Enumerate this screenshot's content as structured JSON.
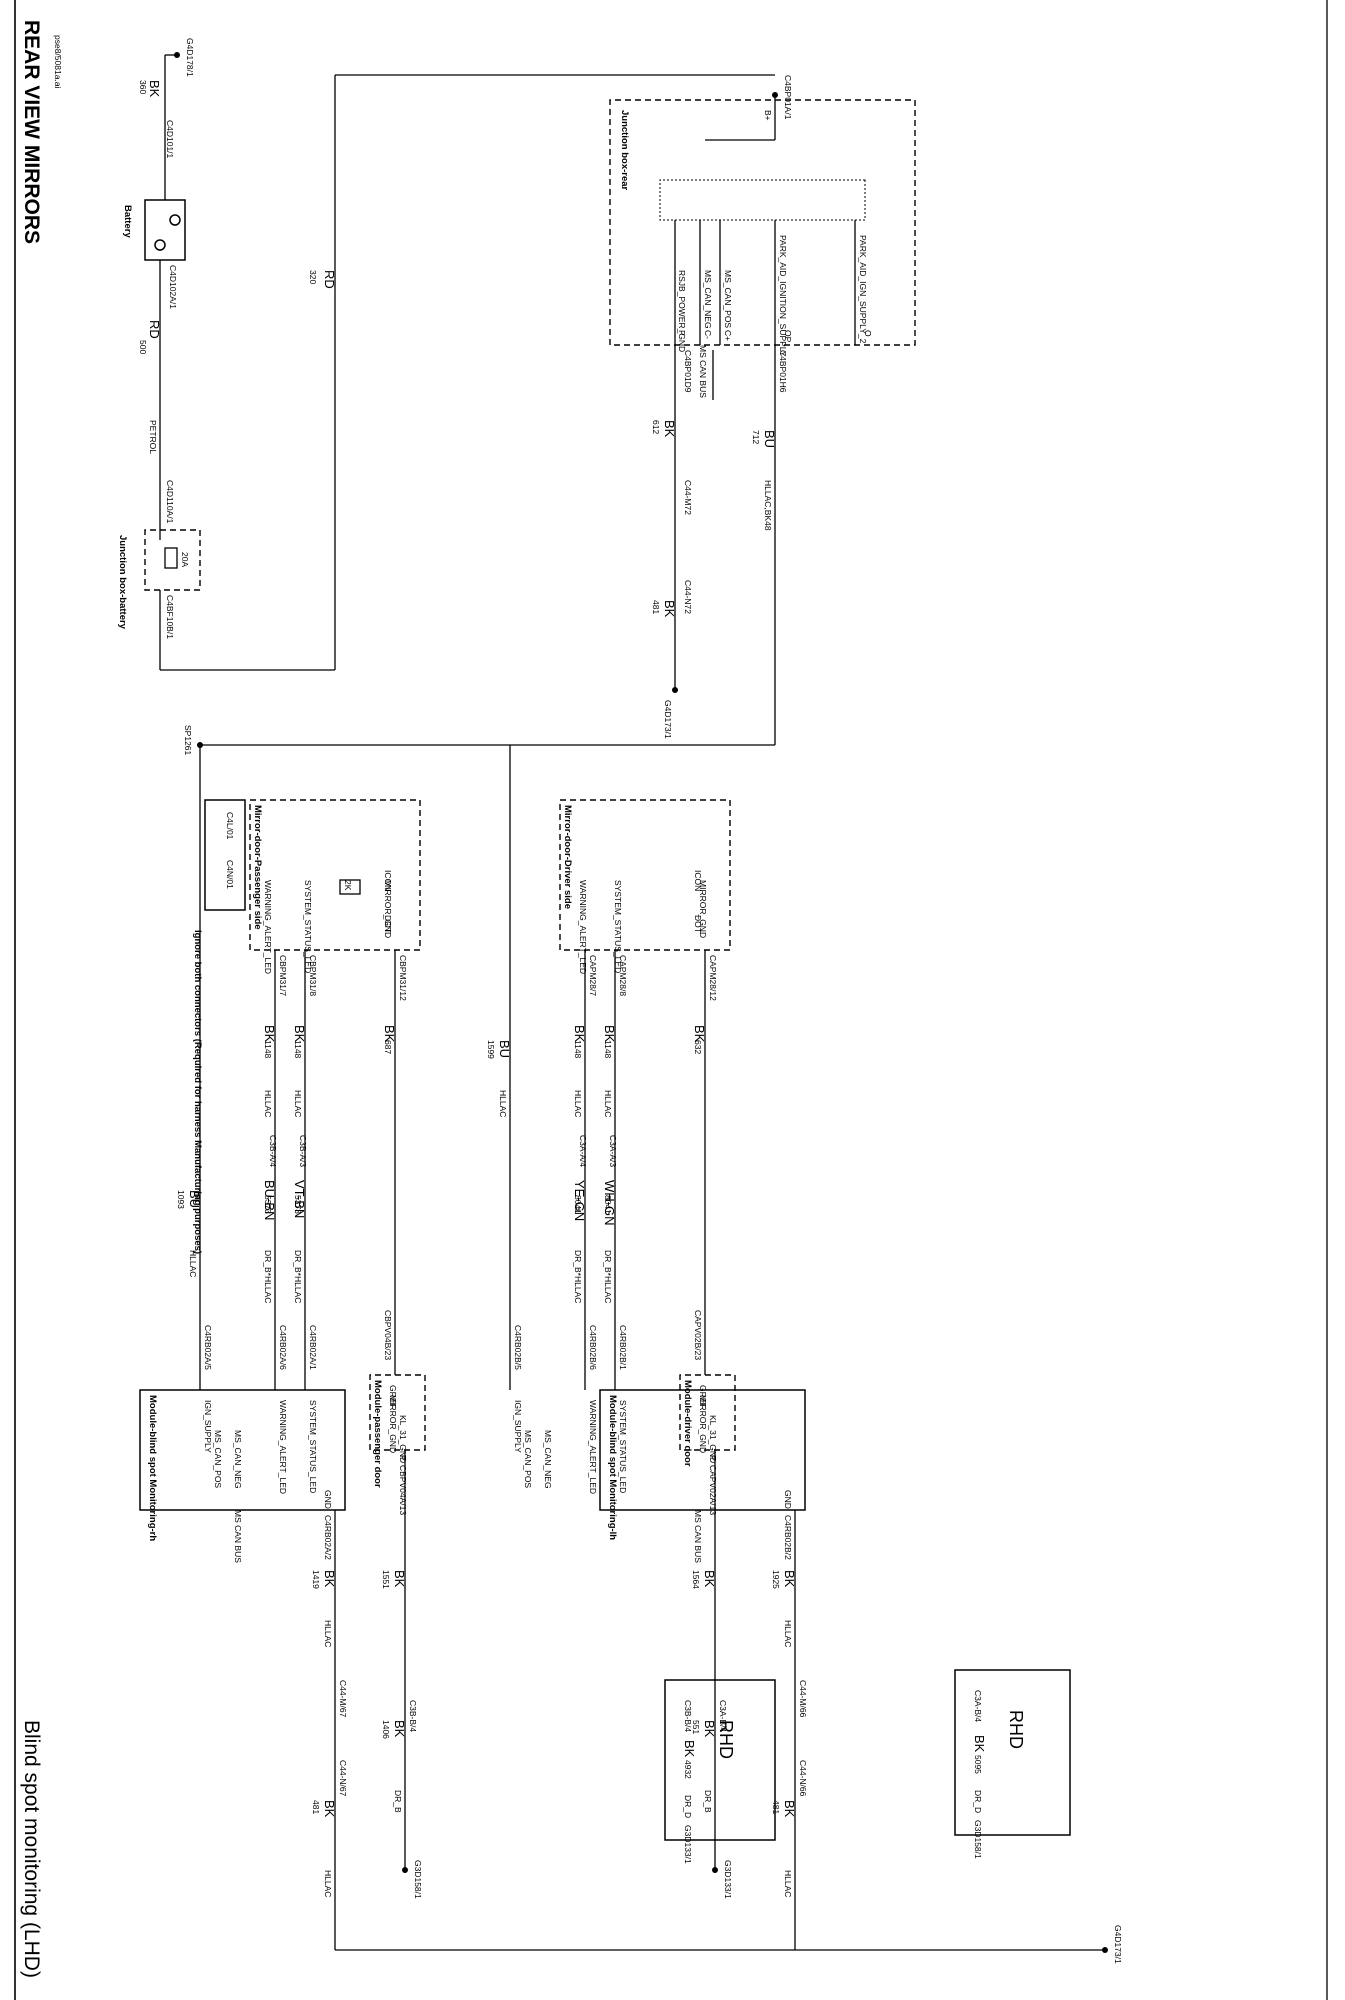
{
  "title": "REAR VIEW MIRRORS",
  "subtitle": "Blind spot monitoring (LHD)",
  "figure_id": "pse8/5081a.ai",
  "note": "Ignore both connectors (Required for harness Manufacturing purposes)",
  "components": {
    "battery": "Battery",
    "jb_battery": "Junction box-battery",
    "jb_rear": "Junction box-rear",
    "mirror_passenger": "Mirror-door-Passenger side",
    "mirror_driver": "Mirror-door-Driver side",
    "bsm_lh": "Module-blind spot Monitoring-lh",
    "bsm_rh": "Module-blind spot Monitoring-rh",
    "mod_driver_door": "Module-driver door",
    "mod_pass_door": "Module-passenger door",
    "rhd": "RHD",
    "ms_can_bus": "MS CAN BUS"
  },
  "signals": {
    "park_aid_ign": "PARK_AID_IGNITION_SUPPLY",
    "park_aid_ign2": "PARK_AID_IGN_SUPPLY_2",
    "ms_can_pos": "MS_CAN_POS",
    "ms_can_neg": "MS_CAN_NEG",
    "rsjb_gnd": "RSJB_POWER_GND",
    "warning": "WARNING_ALERT_LED",
    "status": "SYSTEM_STATUS_LED",
    "mirror_gnd": "MIRROR_GND",
    "ign_supply": "IGN_SUPPLY",
    "gnd": "GND",
    "kl31_gnd": "KL_31_GND",
    "icon": "ICON",
    "dot": "DOT",
    "gref": "GREF",
    "b_plus": "B+",
    "fuse": "20A",
    "resistor": "2K",
    "pin_p": "P",
    "pin_c_plus": "C+",
    "pin_c_minus": "C-",
    "pin_op": "OP",
    "pin_o": "O"
  },
  "connectors": {
    "c4d101": "C4D101/1",
    "c4d102": "C4D102A/1",
    "c4d110": "C4D110A/1",
    "c4bp01a": "C4BP01A/1",
    "c4bp01h6": "C4BP01H6",
    "c4bp01d9": "C4BP01D9",
    "c4bf10b": "C4BF10B/1",
    "g4d178": "G4D178/1",
    "g4d173": "G4D173/1",
    "sp1261": "SP1261",
    "c44m72": "C44-M72",
    "c44n72": "C44-N72",
    "c4bpm31_7": "CBPM31/7",
    "c4bpm31_8": "CBPM31/8",
    "c4bpm31_12": "CBPM31/12",
    "c4apm28_7": "CAPM28/7",
    "c4apm28_8": "CAPM28/8",
    "c4apm28_12": "CAPM28/12",
    "c4l01": "C4L/01",
    "c4n01": "C4N/01",
    "c3b_a4": "C3B-A/4",
    "c3b_a3": "C3B-A/3",
    "c3a_a4": "C3A-A/4",
    "c3a_a3": "C3A-A/3",
    "c4rb02a5": "C4RB02A/5",
    "c4rb02a6": "C4RB02A/6",
    "c4rb02a1": "C4RB02A/1",
    "c4rb02a2": "C4RB02A/2",
    "c4rb02b5": "C4RB02B/5",
    "c4rb02b6": "C4RB02B/6",
    "c4rb02b1": "C4RB02B/1",
    "c4rb02b2": "C4RB02B/2",
    "c4pv04b23": "CBPV04B/23",
    "c4pv04a13": "CBPV04A/13",
    "c4pv02b23": "CAPV02B/23",
    "c4pv02a13": "CAPV02A/13",
    "c44m67": "C44-M/67",
    "c44n67": "C44-N/67",
    "c44m66": "C44-M/66",
    "c44n66": "C44-N/66",
    "c3b_b4": "C3B-B/4",
    "c3a_b4": "C3A-B/4",
    "c3b_b4_rhd": "C3B-B/4",
    "c3a_b4_rhd": "C3A-B/4",
    "g3d158": "G3D158/1",
    "g3d133": "G3D133/1",
    "g4d173_b": "G4D173/1"
  },
  "wires": {
    "c_bk": "BK",
    "c_rd": "RD",
    "c_bu": "BU",
    "c_bu_bn": "BU-BN",
    "c_vt_bn": "VT-BN",
    "c_ye_gn": "YE-GN",
    "c_wh_gn": "WH-GN",
    "n360": "360",
    "n500": "500",
    "n320": "320",
    "n712": "712",
    "n612": "612",
    "n481": "481",
    "n1093": "1093",
    "n1599": "1599",
    "n5373": "5373",
    "n8041": "8041",
    "n1148": "1148",
    "n687": "687",
    "n632": "632",
    "n1419": "1419",
    "n1551": "1551",
    "n1925": "1925",
    "n1564": "1564",
    "n1406": "1406",
    "n551": "551",
    "n4932": "4932",
    "n5095": "5095",
    "petrol": "PETROL",
    "hllac": "HLLAC",
    "hllac_bk": "HLLAC,BK48",
    "dr_b_hllac": "DR_B*HLLAC",
    "dr_b": "DR_B",
    "dr_d": "DR_D"
  }
}
